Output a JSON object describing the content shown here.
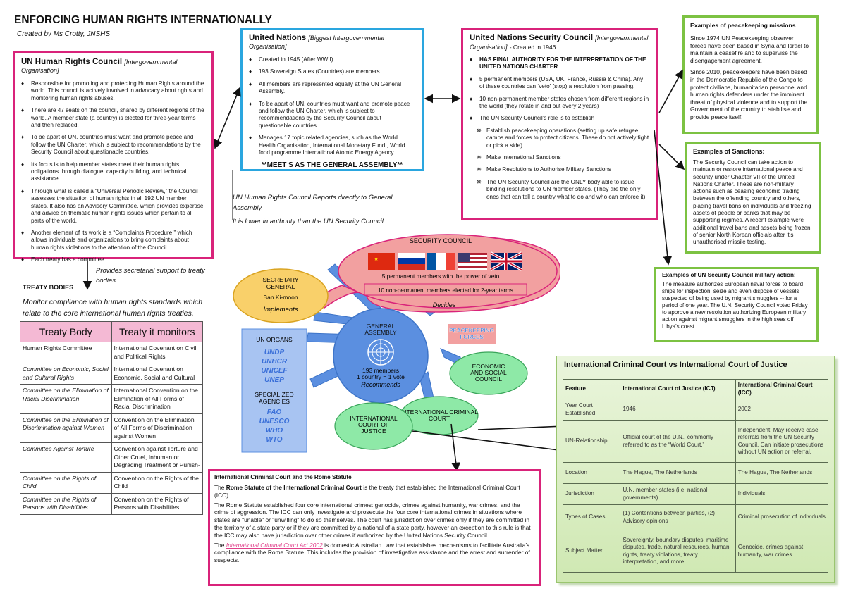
{
  "header": {
    "title": "ENFORCING HUMAN RIGHTS INTERNATIONALLY",
    "subtitle": "Created by Ms Crotty, JNSHS"
  },
  "hrc": {
    "title": "UN Human Rights Council",
    "tag": "[Intergovernmental Organisation]",
    "bullets": [
      "Responsible for promoting and protecting Human Rights around the world. This council is actively involved in advocacy about rights and monitoring human rights abuses.",
      "There are 47 seats on the council, shared by different regions of the world.  A member state (a country) is elected for three-year terms and then replaced.",
      "To be apart of UN, countries must want and promote peace and follow the UN Charter, which is subject to recommendations by the Security Council about questionable countries.",
      "Its focus is to help member states meet their human rights obligations through dialogue, capacity building, and technical assistance.",
      "Through what is called a “Universal Periodic Review,” the Council assesses the situation of human rights in all 192 UN member states. It also has an Advisory Committee, which provides expertise and advice on thematic human rights issues which pertain to all parts of the world.",
      "Another element of its work is a “Complaints Procedure,” which allows individuals and organizations to bring complaints about human rights violations to the attention of the Council.",
      "Each treaty has a committee"
    ]
  },
  "un": {
    "title": "United Nations",
    "tag": "[Biggest Intergovernmental Organisation]",
    "bullets": [
      "Created in 1945 (After WWII)",
      "193 Sovereign States (Countries) are members",
      "All members are represented equally at the UN General Assembly.",
      "To be apart of UN, countries must want and promote peace and follow the UN Charter, which is subject to recommendations by the Security Council about questionable countries.",
      "Manages 17 topic related agencies, such as the World Health Organisation, International Monetary Fund,, World food programme International Atomic Energy Agency."
    ],
    "meets": "**MEET S AS THE GENERAL ASSEMBLY**"
  },
  "unsc": {
    "title": "United Nations Security Council",
    "tag": "[Intergovernmental Organisation]",
    "created": "- Created in 1946",
    "bullets": [
      "HAS FINAL AUTHORITY FOR THE INTERPRETATION OF THE UNITED NATIONS CHARTER",
      "5 permanent members (USA, UK, France, Russia & China).  Any of these countries can ‘veto’ (stop) a resolution from passing.",
      "10 non-permanent member states chosen from different regions in the world (they rotate in and out every 2 years)",
      "The UN Security Council’s role is to establish"
    ],
    "sub_bullets": [
      "Establish peacekeeping operations (setting up safe refugee camps and forces to protect citizens. These do not actively fight or pick a side).",
      "Make International Sanctions",
      "Make Resolutions to Authorise Military Sanctions",
      "The UN Security Council are the ONLY body able to issue binding resolutions to UN member states. (They are the only ones that can tell a country what to do and who can enforce it)."
    ]
  },
  "peacekeeping": {
    "title": "Examples of peacekeeping missions",
    "paras": [
      "Since 1974 UN Peacekeeping observer forces have been based in Syria and Israel to maintain a ceasefire and to supervise the disengagement agreement.",
      "Since 2010, peacekeepers have been based in the Democratic Republic of the Congo to protect civilians, humanitarian personnel and human rights defenders under the imminent threat of physical violence and to support the Government of the country to stabilise and provide peace itself."
    ]
  },
  "sanctions": {
    "title": "Examples of Sanctions:",
    "text": "The Security Council can take action to maintain or restore international peace and security under Chapter VII of the United Nations Charter.  These are non-military actions such as ceasing economic trading between the offending country and others, placing travel bans on individuals and freezing assets of people or banks that may be supporting regimes.  A recent example were additional travel bans and assets being frozen of senior North Korean officials after it's unauthorised missile testing."
  },
  "military": {
    "title": "Examples of UN Security Council military action:",
    "text": "The measure authorizes European naval forces to board ships for inspection, seize and even dispose of vessels suspected of being used by migrant smugglers -- for a period of one year.  The U.N. Security Council voted Friday to approve a new resolution authorizing European military action against migrant smugglers in the high seas off Libya's coast."
  },
  "hrc_note": {
    "line1": "UN Human Rights Council Reports directly to General Assembly.",
    "line2": "It is lower in authority than the UN Security Council"
  },
  "secretarial": "Provides secretarial support to treaty bodies",
  "treaty": {
    "heading": "TREATY BODIES",
    "desc": "Monitor compliance with human rights standards which relate to the core international human rights treaties.",
    "col1": "Treaty Body",
    "col2": "Treaty it monitors",
    "rows": [
      {
        "body": "Human Rights Committee",
        "treaty": "International Covenant on Civil and Political Rights"
      },
      {
        "body": "Committee on Economic, Social and Cultural Rights",
        "treaty": "International Covenant on Economic, Social and Cultural"
      },
      {
        "body": "Committee on the Elimination of Racial Discrimination",
        "treaty": "International Convention on the Elimination of All Forms of Racial Discrimination"
      },
      {
        "body": "Committee on the Elimination of Discrimination against Women",
        "treaty": "Convention on the Elimination of All Forms of Discrimination against Women"
      },
      {
        "body": "Committee Against Torture",
        "treaty": "Convention against Torture and Other Cruel, Inhuman or Degrading Treatment or Punish-"
      },
      {
        "body": "Committee on the Rights of Child",
        "treaty": "Convention on the Rights of the Child"
      },
      {
        "body": "Committee on the Rights of Persons with Disabilities",
        "treaty": "Convention on the Rights of Persons with Disabilities"
      }
    ]
  },
  "diagram": {
    "security_council": "SECURITY COUNCIL",
    "permanent": "5 permanent members with the power of veto",
    "nonpermanent": "10 non-permanent members elected for 2-year terms",
    "decides": "Decides",
    "secretary_title": "SECRETARY GENERAL",
    "secretary_name": "Ban Ki-moon",
    "implements": "Implements",
    "peacekeeping_forces": "PEACEKEEPING FORCES",
    "general_assembly": "GENERAL ASSEMBLY",
    "members": "193 members",
    "vote": "1 country = 1 vote",
    "recommends": "Recommends",
    "ecosoc": "ECONOMIC AND SOCIAL COUNCIL",
    "icc": "INTERNATIONAL CRIMINAL COURT",
    "icj": "INTERNATIONAL COURT OF JUSTICE",
    "organs_title": "UN ORGANS",
    "organs": [
      "UNDP",
      "UNHCR",
      "UNICEF",
      "UNEP"
    ],
    "agencies_title": "SPECIALIZED AGENCIES",
    "agencies": [
      "FAO",
      "UNESCO",
      "WHO",
      "WTO"
    ],
    "colors": {
      "sc": "#f2a0a0",
      "sg": "#f9d06a",
      "ga": "#5b8fe0",
      "courts": "#8ee9a7",
      "organs": "#a8c4f2"
    }
  },
  "rome": {
    "title": "International Criminal Court and the Rome Statute",
    "p1_pre": "The ",
    "p1_bold": "Rome Statute of the International Criminal Court",
    "p1_post": " is the treaty that established the International Criminal Court (ICC).",
    "p2": "The Rome Statute established four core international crimes: genocide, crimes against humanity, war crimes, and the crime of aggression. The ICC can only investigate and prosecute the four core international crimes in situations where states are \"unable\" or \"unwilling\" to do so themselves. The court has jurisdiction over crimes only if they are committed in the territory of a state party or if they are committed by a national of a state party, however an exception to this rule is that the ICC may also have jurisdiction over other crimes if authorized by the United Nations Security Council.",
    "p3_pre": "The ",
    "p3_link": "International Criminal Court Act 2002",
    "p3_post": " is domestic Australian Law that establishes mechanisms to facilitate Australia's compliance with the Rome Statute. This includes the provision of investigative assistance and the arrest and surrender of suspects."
  },
  "compare": {
    "title": "International Criminal Court vs International Court of Justice",
    "headers": [
      "Feature",
      "International Court of Justice (ICJ)",
      "International Criminal Court (ICC)"
    ],
    "rows": [
      {
        "f": "Year Court Established",
        "icj": "1946",
        "icc": "2002"
      },
      {
        "f": "UN-Relationship",
        "icj": "Official court of the U.N., commonly referred to as the “World Court.”",
        "icc": "Independent. May receive case referrals from the UN Security Council. Can initiate prosecutions without UN action or referral."
      },
      {
        "f": "Location",
        "icj": "The Hague, The Netherlands",
        "icc": "The Hague, The Netherlands"
      },
      {
        "f": "Jurisdiction",
        "icj": "U.N. member-states (i.e. national governments)",
        "icc": "Individuals"
      },
      {
        "f": "Types of Cases",
        "icj": "(1) Contentions between parties, (2) Advisory opinions",
        "icc": "Criminal prosecution of individuals"
      },
      {
        "f": "Subject Matter",
        "icj": "Sovereignty, boundary disputes, maritime disputes, trade, natural resources, human rights, treaty violations, treaty interpretation, and more.",
        "icc": "Genocide, crimes against humanity, war crimes"
      }
    ]
  }
}
